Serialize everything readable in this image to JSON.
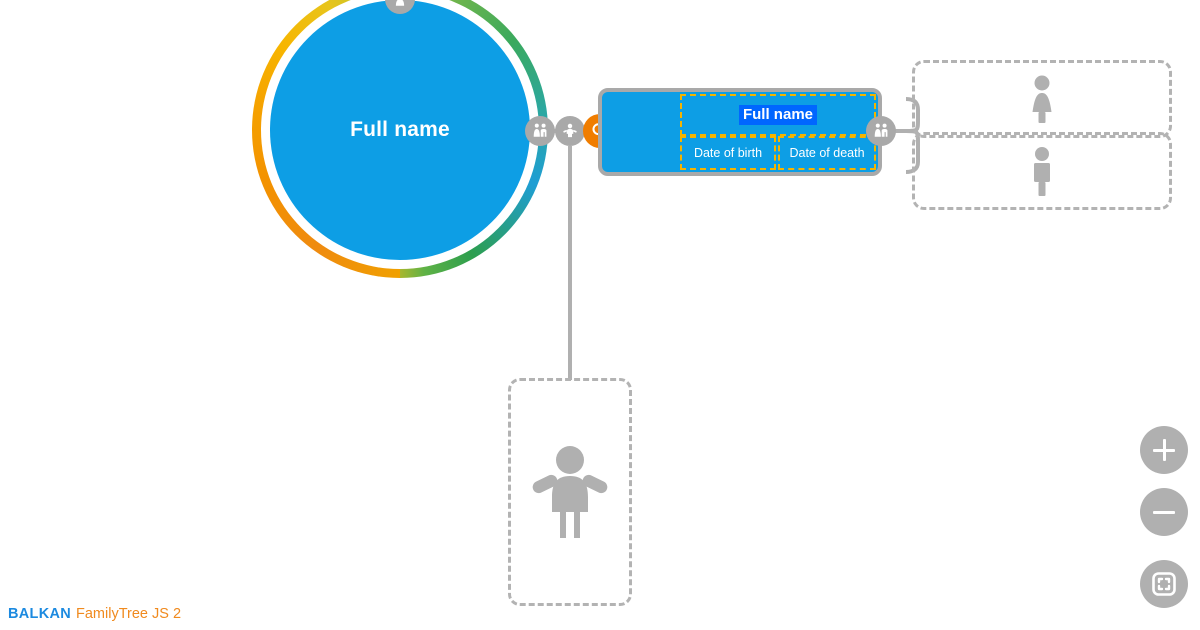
{
  "app": {
    "brand_primary": "BALKAN",
    "brand_product": "FamilyTree JS 2",
    "brand_primary_color": "#1c8ae0",
    "brand_product_color": "#f08a1e",
    "canvas_background": "#ffffff"
  },
  "nodes": {
    "circle_node": {
      "label": "Full name",
      "fill_color": "#0d9ee5",
      "ring_type": "gradient",
      "ring_colors": [
        "#f39200",
        "#f7b500",
        "#e8c41b",
        "#b9c22c",
        "#74b64a",
        "#3aa95e",
        "#2ca8a0",
        "#1f9ed4"
      ],
      "text_color": "#ffffff"
    },
    "selected_node": {
      "full_name": "Full name",
      "date_of_birth": "Date of birth",
      "date_of_death": "Date of death",
      "fill_color": "#0d9ee5",
      "border_color": "#a9a9a9",
      "edit_outline_color": "#f5b400",
      "selection_highlight_color": "#0066ff",
      "state": "selected"
    }
  },
  "placeholders": {
    "parent_female": {
      "icon": "female-person-icon",
      "label": ""
    },
    "parent_male": {
      "icon": "male-person-icon",
      "label": ""
    },
    "child": {
      "icon": "child-icon",
      "label": ""
    },
    "border_color": "#b3b3b3",
    "icon_color": "#b0b0b0"
  },
  "badges": {
    "circle_top": {
      "icon": "person-badge-icon",
      "color": "#a9a9a9"
    },
    "circle_partner": {
      "icon": "partner-couple-icon",
      "color": "#a9a9a9"
    },
    "circle_child": {
      "icon": "add-child-icon",
      "color": "#a9a9a9"
    },
    "search": {
      "icon": "search-icon",
      "color": "#f07d00"
    },
    "node_partner": {
      "icon": "partner-couple-icon",
      "color": "#a9a9a9"
    }
  },
  "controls": {
    "zoom_in": {
      "label": "+",
      "icon": "plus-icon"
    },
    "zoom_out": {
      "label": "−",
      "icon": "minus-icon"
    },
    "fit_screen": {
      "label": "",
      "icon": "fit-to-screen-icon"
    },
    "button_color": "#b0b0b0"
  },
  "connectors": {
    "color": "#b0b0b0",
    "width": 4
  }
}
